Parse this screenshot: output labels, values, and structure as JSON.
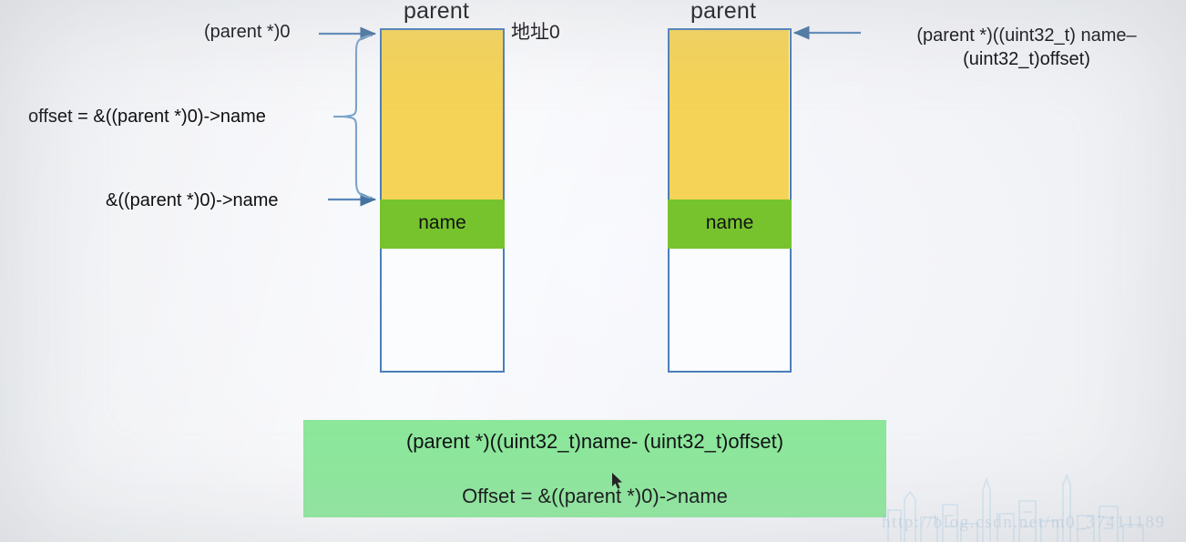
{
  "diagram": {
    "title_left": "parent",
    "title_right": "parent",
    "left_box": {
      "name_segment_label": "name",
      "address_label": "地址0"
    },
    "right_box": {
      "name_segment_label": "name"
    },
    "annotations": {
      "cast_zero": "(parent *)0",
      "offset_expr": "offset  = &((parent *)0)->name",
      "addr_of_name": "&((parent *)0)->name",
      "container_of_expr": "(parent *)((uint32_t) name–\n(uint32_t)offset)"
    },
    "banner": {
      "line1": "(parent *)((uint32_t)name- (uint32_t)offset)",
      "line2": "Offset = &((parent *)0)->name"
    },
    "watermark": "http://blog.csdn.net/m0_37411189"
  },
  "colors": {
    "struct_border": "#4a7ebb",
    "padding_fill": "#f5d356",
    "name_fill": "#76c32e",
    "banner_fill": "#8ce79b",
    "arrow": "#5b87b9",
    "text": "#0f0f12"
  }
}
